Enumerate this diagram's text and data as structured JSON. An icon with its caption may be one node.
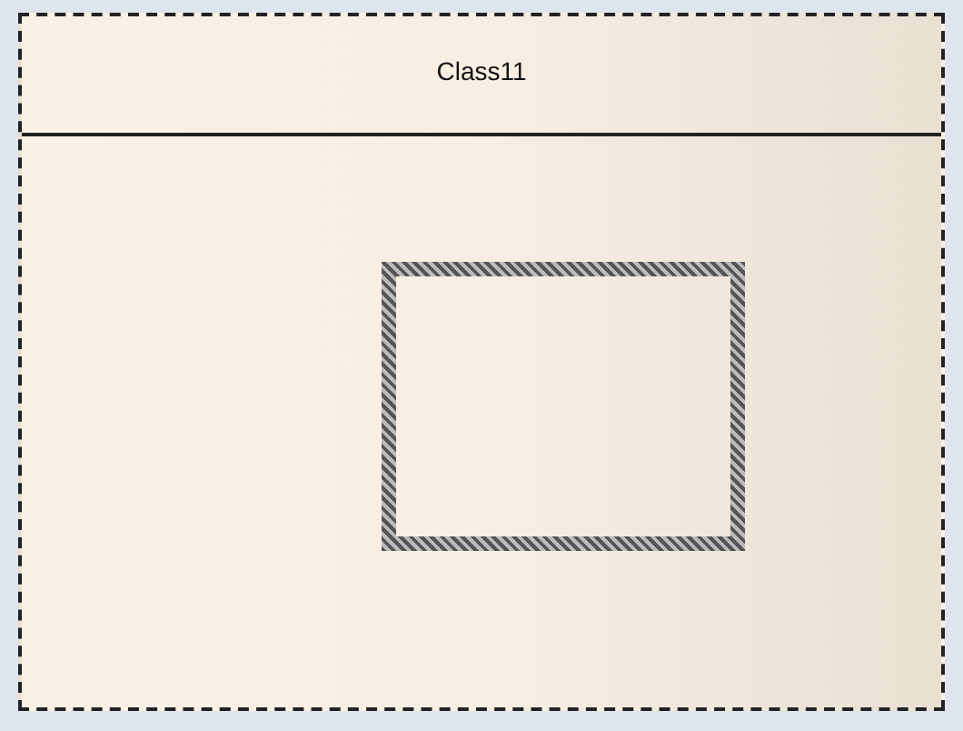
{
  "diagram": {
    "nodes": [
      {
        "text": [
          "Class11"
        ]
      },
      {
        "text": [],
        "shape": "box",
        "in": 0
      }
    ]
  }
}
